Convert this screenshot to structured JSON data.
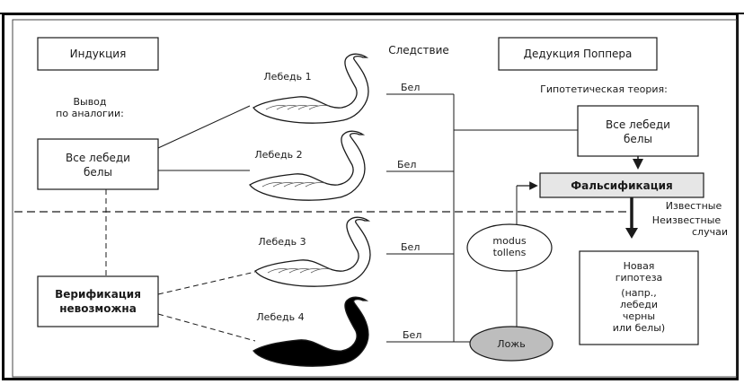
{
  "induction": {
    "title": "Индукция",
    "analogy_line1": "Вывод",
    "analogy_line2": "по аналогии:",
    "all_swans_line1": "Все лебеди",
    "all_swans_line2": "белы",
    "verification_line1": "Верификация",
    "verification_line2": "невозможна"
  },
  "consequence_header": "Следствие",
  "swans": [
    {
      "label": "Лебедь 1",
      "consequence": "Бел",
      "color": "white"
    },
    {
      "label": "Лебедь 2",
      "consequence": "Бел",
      "color": "white"
    },
    {
      "label": "Лебедь 3",
      "consequence": "Бел",
      "color": "white"
    },
    {
      "label": "Лебедь 4",
      "consequence": "Бел",
      "color": "black"
    }
  ],
  "deduction": {
    "title": "Дедукция Поппера",
    "hypothetical_theory": "Гипотетическая теория:",
    "all_swans_line1": "Все лебеди",
    "all_swans_line2": "белы",
    "falsification": "Фальсификация",
    "known": "Известные",
    "unknown_line1": "Неизвестные",
    "unknown_line2": "случаи",
    "new_hypothesis": [
      "Новая",
      "гипотеза",
      "(напр.,",
      "лебеди",
      "черны",
      "или белы)"
    ]
  },
  "modus_tollens_line1": "modus",
  "modus_tollens_line2": "tollens",
  "false_label": "Ложь",
  "colors": {
    "ink": "#1a1a1a",
    "falsification_fill": "#e6e6e6",
    "false_fill": "#bdbdbd"
  }
}
